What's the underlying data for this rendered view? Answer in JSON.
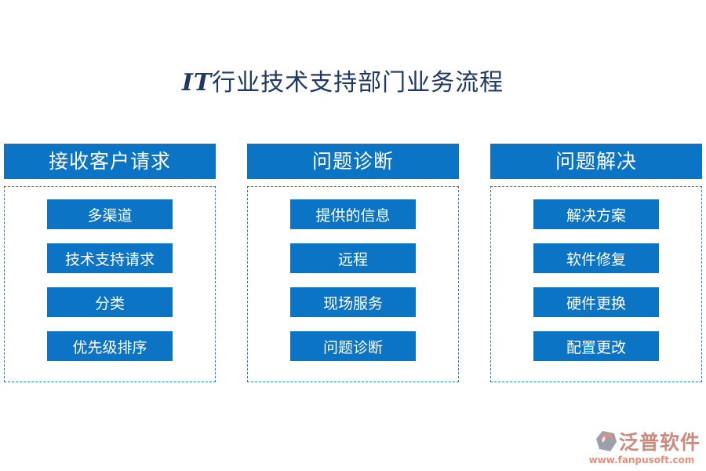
{
  "title": {
    "prefix": "IT",
    "main": "行业技术支持部门业务流程"
  },
  "colors": {
    "primary_blue": "#0B74C5",
    "dashed_border": "#2A7FC5",
    "title_navy": "#1F3864",
    "logo_salmon": "#E2907C",
    "logo_grey": "#9BA0AA",
    "background": "#FFFFFF",
    "step_text": "#FFFFFF"
  },
  "columns": [
    {
      "header": "接收客户请求",
      "items": [
        "多渠道",
        "技术支持请求",
        "分类",
        "优先级排序"
      ]
    },
    {
      "header": "问题诊断",
      "items": [
        "提供的信息",
        "远程",
        "现场服务",
        "问题诊断"
      ]
    },
    {
      "header": "问题解决",
      "items": [
        "解决方案",
        "软件修复",
        "硬件更换",
        "配置更改"
      ]
    }
  ],
  "footer": {
    "brand": "泛普软件",
    "url": "www.fanpusoft.com",
    "logo_icon": "fanpu-logo-icon"
  }
}
